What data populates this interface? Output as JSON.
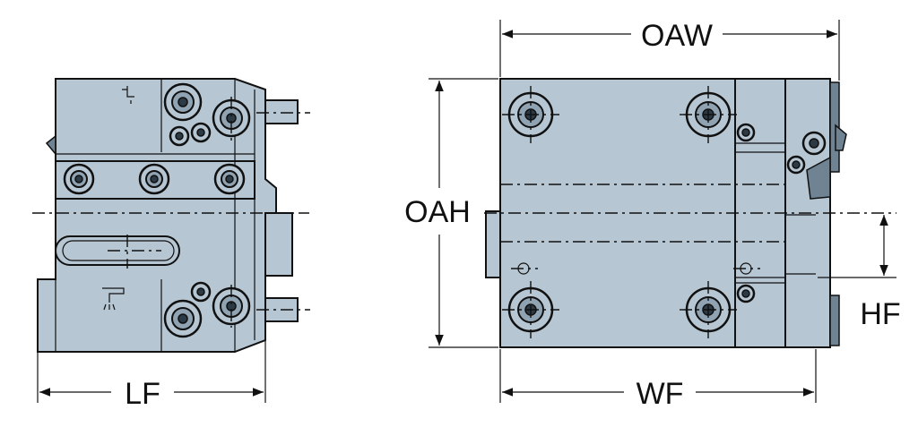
{
  "diagram": {
    "labels": {
      "lf": "LF",
      "oaw": "OAW",
      "oah": "OAH",
      "wf": "WF",
      "hf": "HF"
    },
    "colors": {
      "body_fill": "#b6c6d2",
      "line": "#111111",
      "background": "#ffffff"
    },
    "icons": [
      "coolant-outlet-icon",
      "coolant-tap-icon"
    ]
  }
}
